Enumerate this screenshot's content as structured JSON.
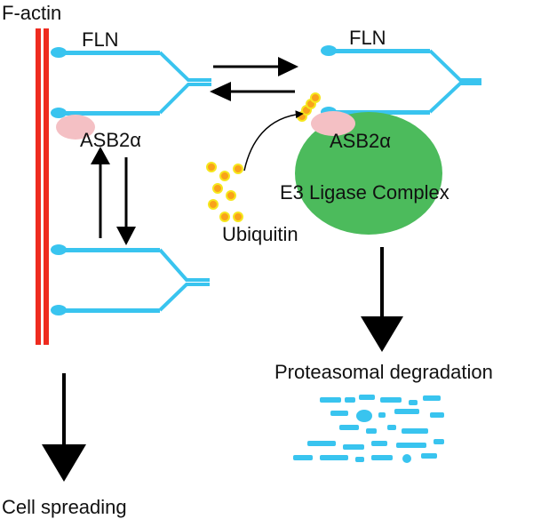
{
  "labels": {
    "factin": "F-actin",
    "fln_left": "FLN",
    "fln_right": "FLN",
    "asb2_left": "ASB2α",
    "asb2_right": "ASB2α",
    "e3": "E3 Ligase Complex",
    "ubiquitin": "Ubiquitin",
    "proteasomal": "Proteasomal degradation",
    "spreading": "Cell spreading"
  },
  "colors": {
    "actin": "#ee2b1f",
    "filamin": "#39c4ef",
    "asb2": "#f4c0c4",
    "ligase": "#4cbb5c",
    "ubiquitin_fill": "#f9a21b",
    "ubiquitin_ring": "#f6e71d",
    "arrow": "#000000"
  }
}
